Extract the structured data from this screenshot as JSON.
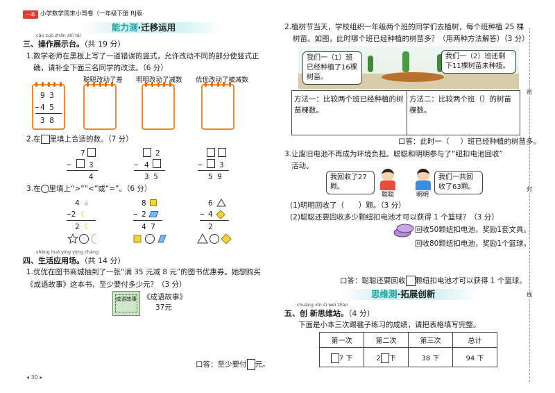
{
  "header": {
    "badge": "一本",
    "title": "小学数学周末小哥卷（一年级下册 RJ版"
  },
  "left": {
    "sec1_banner": {
      "a": "能力测",
      "dot": "·",
      "b": "迁移运用"
    },
    "s3": {
      "pinyin": "cāo zuò zhǎn shì tái",
      "title": "三、操作展示台。",
      "score": "（共 19 分）"
    },
    "q1": {
      "line1": "1.数学老师在黑板上写了一道错误的竖式，允许改动不同的部分使竖式正",
      "line2": "确，请补全下面三名同学的改法。（6 分）",
      "labels": [
        "聪聪改动了差",
        "明明改动了减数",
        "优优改动了被减数"
      ],
      "digits": {
        "a": "9 3",
        "minus": "−",
        "b": "4 5",
        "c": "3 8"
      }
    },
    "q2": {
      "pre": "2.在",
      "post": "里填上合适的数。（7 分）",
      "p1": {
        "top": "7",
        "mid": "3",
        "bot": "4"
      },
      "p2": {
        "top": "2",
        "mid": "4",
        "bot": "3 5"
      },
      "p3": {
        "mid": "3",
        "bot": "5 9"
      },
      "minus": "−"
    },
    "q3": {
      "pre": "3.在",
      "post": "里填上“>”“<”或“=”。（6 分）",
      "c1": {
        "top": "4",
        "topShape": "☆",
        "mid": "2",
        "midShape": "☾",
        "bot": "2",
        "botShape": "☾"
      },
      "c2": {
        "top": "8",
        "mid": "2",
        "bot": "4 7"
      },
      "c3": {
        "top": "6",
        "mid": "4",
        "bot": "2"
      },
      "minus": "−"
    },
    "s4": {
      "pinyin": "shēng huó yìng yòng chǎng",
      "title": "四、生活应用场。",
      "score": "（共 14 分）"
    },
    "q4": {
      "line1": "1.优优在图书商城抽到了一张“满 35 元减 8 元”的图书优惠券。她想购买",
      "line2": "《成语故事》这本书，至少要付多少元？（3 分）",
      "book_cover": "成语故事",
      "book_name": "《成语故事》",
      "price": "37元",
      "answer_pre": "口答：至少要付",
      "answer_post": "元。"
    },
    "page_number": "30"
  },
  "right": {
    "q5": {
      "line1": "2.植树节当天，学校组织一年级两个班的同学们去植树，每个班种植 25 棵",
      "line2": "树苗。如图，此时哪个班已经种植的树苗多？（用两种方法解答）（3 分）",
      "bubble1": "我们一（1）班已经种植了16棵树苗。",
      "bubble2": "我们一（2）班还剩下11棵树苗未种植。",
      "m1": "方法一：比较两个班已经种植的树苗棵数。",
      "m2_a": "方法二：比较两个班（",
      "m2_b": "）的树苗棵数。",
      "answer_a": "口答：此时一（",
      "answer_b": "）班已经种植的树苗多。"
    },
    "q6": {
      "line1": "3.让废旧电池不再成为环境负担。聪聪和明明参与了“纽扣电池回收”",
      "line2": "活动。",
      "bubble1": "我回收了27颗。",
      "bubble2": "我们一共回收了63颗。",
      "name1": "聪聪",
      "name2": "明明",
      "sub1": "(1)明明回收了（　　）颗。（3 分）",
      "sub2": "(2)聪聪还要回收多少颗纽扣电池才可以获得 1 个篮球？（3 分）",
      "reward1": "回收50颗纽扣电池，奖励1套文具。",
      "reward2": "回收80颗纽扣电池，奖励1个篮球。",
      "answer_pre": "口答：聪聪还要回收",
      "answer_post": "颗纽扣电池才可以获得 1 个篮球。"
    },
    "sec2_banner": {
      "a": "思维测",
      "dot": "·",
      "b": "拓展创新"
    },
    "s5": {
      "pinyin": "chuàng xīn sī wéi zhàn",
      "title": "五、创 新思维站。",
      "score": "（4 分）"
    },
    "q7": {
      "intro": "下面是小本三次踢毽子练习的成绩，请把表格填写完整。",
      "headers": [
        "第一次",
        "第二次",
        "第三次",
        "总计"
      ],
      "r1_suffix": "7 下",
      "r2_prefix": "2",
      "r2_suffix": "下",
      "r3": "38 下",
      "r4": "94 下"
    },
    "side_labels": [
      "密",
      "封",
      "线"
    ]
  }
}
